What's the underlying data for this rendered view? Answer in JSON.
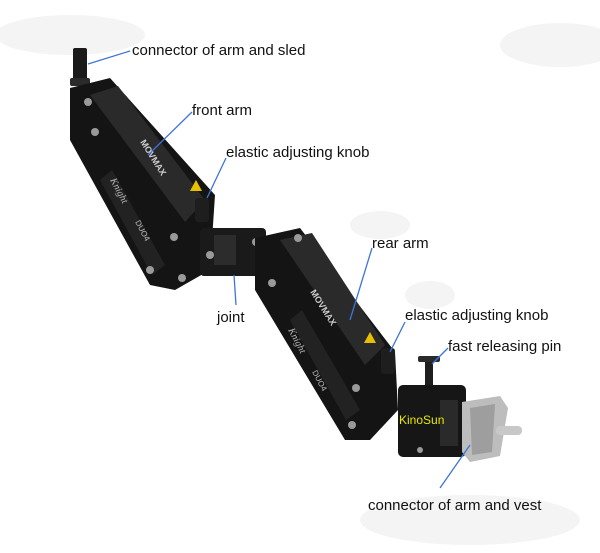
{
  "labels": {
    "connector_sled": "connector of arm and sled",
    "front_arm": "front arm",
    "elastic_knob_1": "elastic adjusting knob",
    "rear_arm": "rear arm",
    "joint": "joint",
    "elastic_knob_2": "elastic adjusting knob",
    "fast_pin": "fast releasing pin",
    "connector_vest": "connector of arm and vest"
  },
  "product_markings": {
    "brand": "MOVMAX",
    "model": "Knight",
    "suffix": "DUO4",
    "watermark": "KinoSun"
  },
  "colors": {
    "background": "#ffffff",
    "label_text": "#111111",
    "leader_line": "#3d74d6",
    "arm_body": "#141414",
    "watermark": "#e8e800"
  }
}
